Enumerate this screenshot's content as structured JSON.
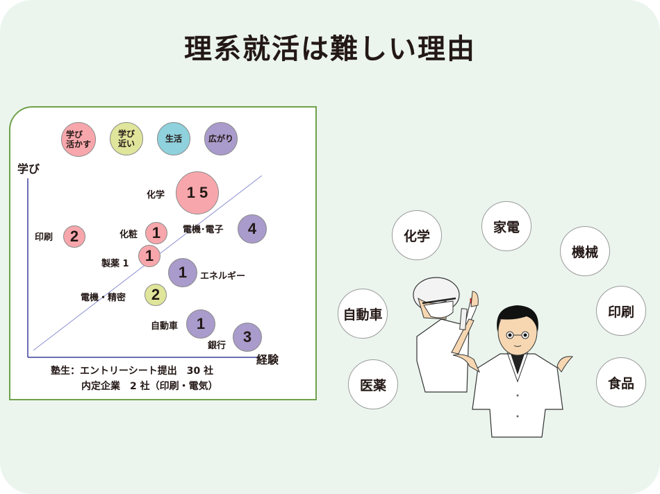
{
  "title": "理系就活は難しい理由",
  "colors": {
    "background": "#ebf5ee",
    "panel_border": "#6fa04a",
    "axis": "#3c3f9a",
    "diagonal": "#8a8fd0",
    "manabi_ikasu": "#f7a7ac",
    "manabi_chikai": "#dfe59a",
    "seikatsu": "#8fd1dc",
    "hirogari": "#a99bcb"
  },
  "chart": {
    "legend": [
      {
        "label_line1": "学び",
        "label_line2": "活かす",
        "category": "manabi_ikasu"
      },
      {
        "label_line1": "学び",
        "label_line2": "近い",
        "category": "manabi_chikai"
      },
      {
        "label_line1": "生活",
        "label_line2": "",
        "category": "seikatsu"
      },
      {
        "label_line1": "広がり",
        "label_line2": "",
        "category": "hirogari"
      }
    ],
    "y_axis_label": "学び",
    "x_axis_label": "経験",
    "bubbles": [
      {
        "industry": "化学",
        "count": "1 5",
        "category": "manabi_ikasu"
      },
      {
        "industry": "印刷",
        "count": "2",
        "category": "manabi_ikasu"
      },
      {
        "industry": "化粧",
        "count": "1",
        "category": "manabi_ikasu"
      },
      {
        "industry": "電機･電子",
        "count": "4",
        "category": "hirogari"
      },
      {
        "industry": "製薬 1",
        "count": "1",
        "category": "manabi_ikasu"
      },
      {
        "industry": "エネルギー",
        "count": "1",
        "category": "hirogari"
      },
      {
        "industry": "電機・精密",
        "count": "2",
        "category": "manabi_chikai"
      },
      {
        "industry": "自動車",
        "count": "1",
        "category": "hirogari"
      },
      {
        "industry": "銀行",
        "count": "3",
        "category": "hirogari"
      }
    ],
    "footer_line1": "塾生：エントリーシート提出　30 社",
    "footer_line2": "内定企業　2 社（印刷・電気）"
  },
  "industries": [
    {
      "label": "化学"
    },
    {
      "label": "家電"
    },
    {
      "label": "機械"
    },
    {
      "label": "自動車"
    },
    {
      "label": "印刷"
    },
    {
      "label": "医薬"
    },
    {
      "label": "食品"
    }
  ],
  "chart_data": {
    "type": "scatter",
    "title": "理系就活は難しい理由",
    "xlabel": "経験",
    "ylabel": "学び",
    "legend": [
      "学び活かす",
      "学び近い",
      "生活",
      "広がり"
    ],
    "points": [
      {
        "label": "化学",
        "value": 15,
        "series": "学び活かす"
      },
      {
        "label": "印刷",
        "value": 2,
        "series": "学び活かす"
      },
      {
        "label": "化粧",
        "value": 1,
        "series": "学び活かす"
      },
      {
        "label": "製薬",
        "value": 1,
        "series": "学び活かす"
      },
      {
        "label": "電機・精密",
        "value": 2,
        "series": "学び近い"
      },
      {
        "label": "電機・電子",
        "value": 4,
        "series": "広がり"
      },
      {
        "label": "エネルギー",
        "value": 1,
        "series": "広がり"
      },
      {
        "label": "自動車",
        "value": 1,
        "series": "広がり"
      },
      {
        "label": "銀行",
        "value": 3,
        "series": "広がり"
      }
    ],
    "annotations": [
      "塾生：エントリーシート提出 30 社",
      "内定企業 2 社（印刷・電気）"
    ]
  }
}
